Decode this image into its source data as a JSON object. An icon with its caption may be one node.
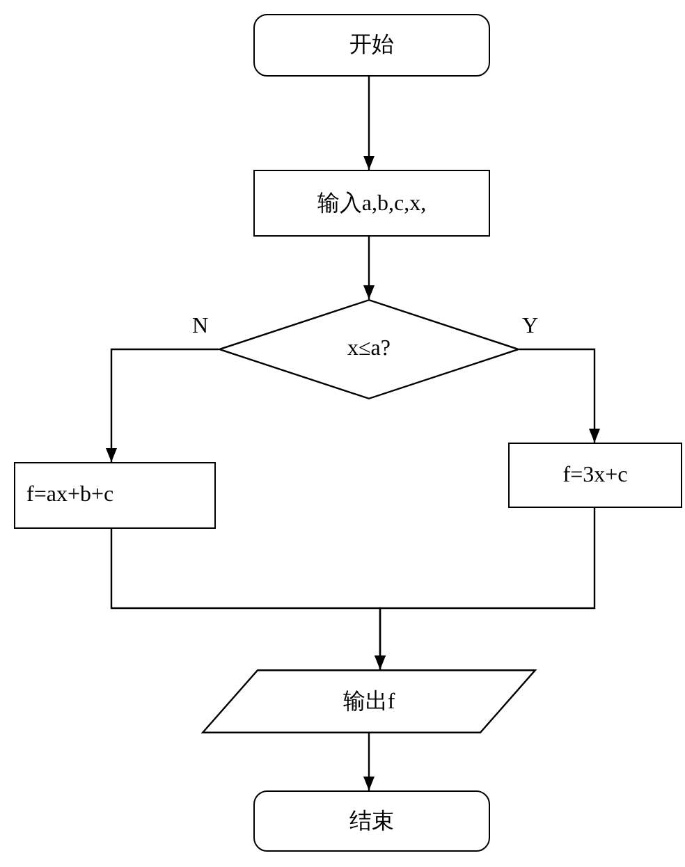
{
  "diagram": {
    "nodes": [
      {
        "text": [
          "开始"
        ]
      },
      {
        "text": [
          "输入a,b,c,x,"
        ]
      },
      {
        "text": [
          "x≤a?"
        ]
      },
      {
        "text": [
          "f=ax+b+c"
        ]
      },
      {
        "text": [
          "f=3x+c"
        ]
      },
      {
        "text": [
          "输出f"
        ]
      },
      {
        "text": [
          "结束"
        ]
      }
    ],
    "edges": [
      {
        "from": 0,
        "to": 1,
        "arrow": "to"
      },
      {
        "from": 1,
        "to": 2,
        "arrow": "to"
      },
      {
        "from": 2,
        "to": 3,
        "arrow": "to",
        "label": "N"
      },
      {
        "from": 2,
        "to": 4,
        "arrow": "to",
        "label": "Y"
      },
      {
        "from": 3,
        "to": 5,
        "arrow": "to"
      },
      {
        "from": 4,
        "to": 5,
        "arrow": "to"
      },
      {
        "from": 5,
        "to": 6,
        "arrow": "to"
      }
    ]
  }
}
